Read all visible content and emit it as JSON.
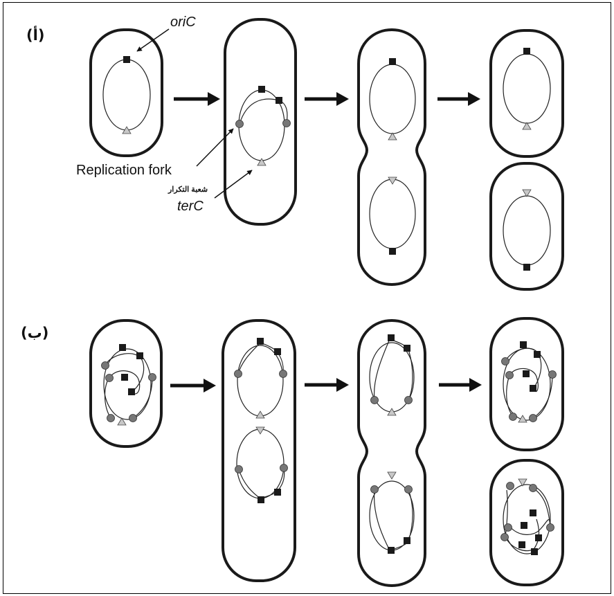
{
  "panels": {
    "a": {
      "label": "(أ)"
    },
    "b": {
      "label": "(ب)"
    }
  },
  "labels": {
    "oric": "oriC",
    "replication_fork": "Replication fork",
    "replication_fork_ar": "شعبة التكرار",
    "terc": "terC"
  },
  "colors": {
    "membrane": "#1a1a1a",
    "origin": "#1a1a1a",
    "fork": "#777777",
    "terminus": "#c8c8c8"
  }
}
